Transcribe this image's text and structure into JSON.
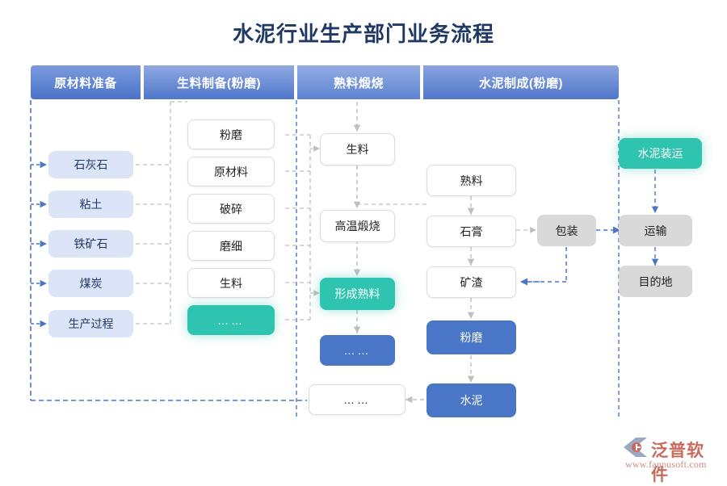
{
  "title": "水泥行业生产部门业务流程",
  "header": {
    "segments": [
      {
        "label": "原材料准备"
      },
      {
        "label": "生料制备(粉磨)"
      },
      {
        "label": "熟料煅烧"
      },
      {
        "label": "水泥制成(粉磨)"
      }
    ]
  },
  "columns": {
    "raw_materials": {
      "nodes": [
        {
          "label": "石灰石",
          "style": "lav"
        },
        {
          "label": "粘土",
          "style": "lav"
        },
        {
          "label": "铁矿石",
          "style": "lav"
        },
        {
          "label": "煤炭",
          "style": "lav"
        },
        {
          "label": "生产过程",
          "style": "lav"
        }
      ]
    },
    "raw_meal_prep": {
      "nodes": [
        {
          "label": "粉磨",
          "style": "white"
        },
        {
          "label": "原材料",
          "style": "white"
        },
        {
          "label": "破碎",
          "style": "white"
        },
        {
          "label": "磨细",
          "style": "white"
        },
        {
          "label": "生料",
          "style": "white"
        },
        {
          "label": "……",
          "style": "teal"
        }
      ]
    },
    "clinker_burning": {
      "nodes": [
        {
          "label": "生料",
          "style": "white"
        },
        {
          "label": "高温煅烧",
          "style": "white"
        },
        {
          "label": "形成熟料",
          "style": "teal"
        },
        {
          "label": "……",
          "style": "blue"
        },
        {
          "label": "……",
          "style": "white"
        }
      ]
    },
    "cement_making": {
      "nodes": [
        {
          "label": "熟料",
          "style": "white"
        },
        {
          "label": "石膏",
          "style": "white"
        },
        {
          "label": "矿渣",
          "style": "white"
        },
        {
          "label": "粉磨",
          "style": "blue"
        },
        {
          "label": "水泥",
          "style": "blue"
        }
      ]
    },
    "shipping": {
      "nodes": [
        {
          "label": "包装",
          "style": "gray"
        },
        {
          "label": "水泥装运",
          "style": "teal"
        },
        {
          "label": "运输",
          "style": "gray"
        },
        {
          "label": "目的地",
          "style": "gray"
        }
      ]
    }
  },
  "logo": {
    "name": "泛普软件",
    "url": "www.fanpusoft.com"
  },
  "colors": {
    "title": "#1F3864",
    "header_blue": "#4B73C9",
    "lavender": "#DCE4F7",
    "blue": "#4A76C8",
    "teal": "#2EC4B0",
    "gray": "#D9D9D9",
    "connector_gray": "#BFBFBF",
    "connector_blue": "#4A76C8"
  }
}
